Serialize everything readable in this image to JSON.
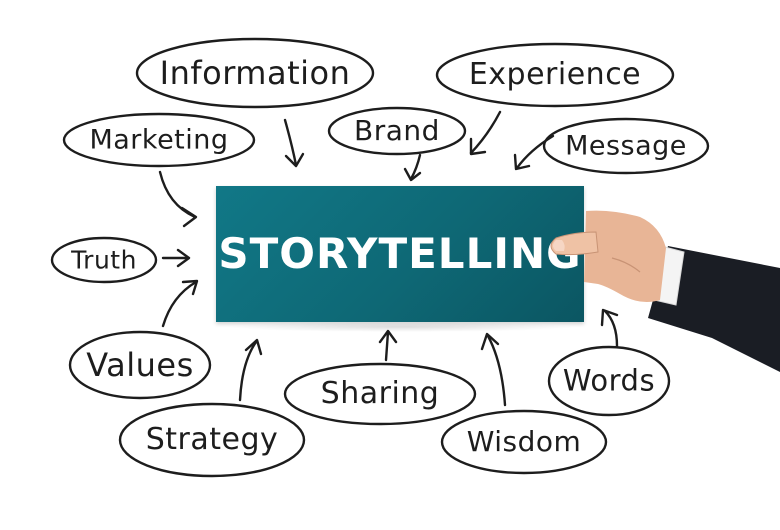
{
  "center": {
    "label": "STORYTELLING",
    "color": "#0f6f7d"
  },
  "concepts": [
    {
      "id": "information",
      "label": "Information"
    },
    {
      "id": "experience",
      "label": "Experience"
    },
    {
      "id": "marketing",
      "label": "Marketing"
    },
    {
      "id": "brand",
      "label": "Brand"
    },
    {
      "id": "message",
      "label": "Message"
    },
    {
      "id": "truth",
      "label": "Truth"
    },
    {
      "id": "values",
      "label": "Values"
    },
    {
      "id": "sharing",
      "label": "Sharing"
    },
    {
      "id": "words",
      "label": "Words"
    },
    {
      "id": "strategy",
      "label": "Strategy"
    },
    {
      "id": "wisdom",
      "label": "Wisdom"
    }
  ],
  "colors": {
    "ink": "#1d1d1d",
    "background": "#ffffff",
    "sleeve": "#1a1d24",
    "skin": "#e8b596"
  }
}
